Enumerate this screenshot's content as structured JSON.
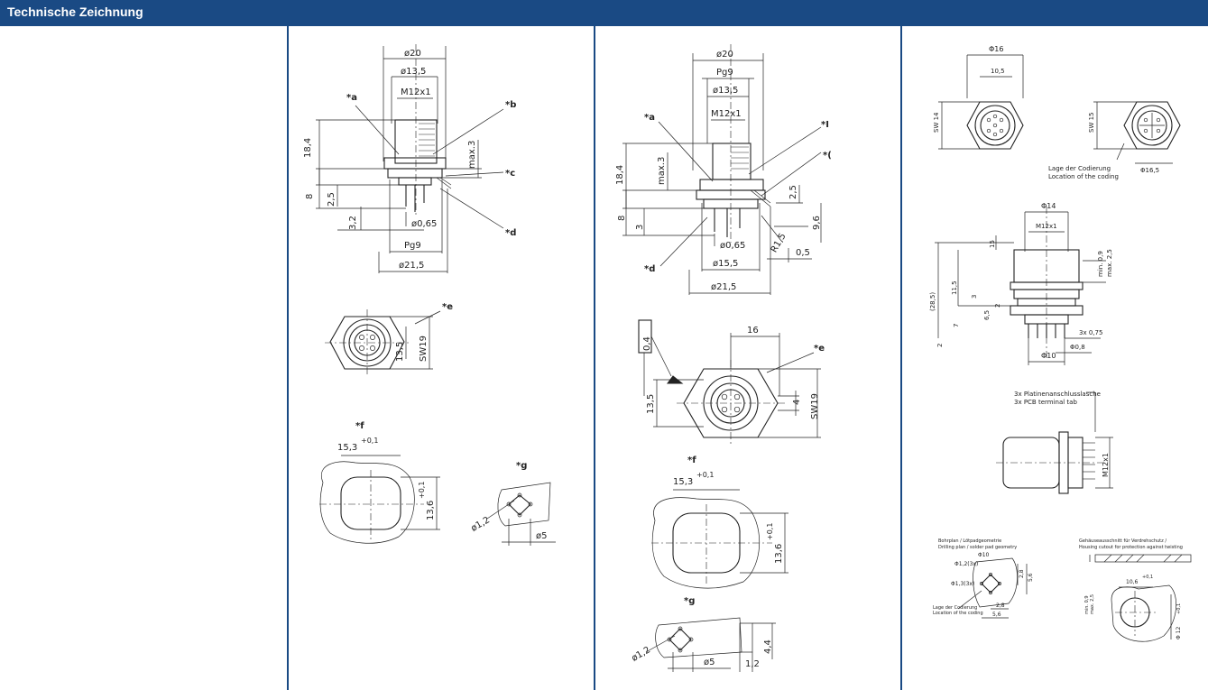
{
  "header": {
    "title": "Technische Zeichnung",
    "bg": "#1a4a84"
  },
  "panel1": {
    "top_view": {
      "d20": "ø20",
      "d135": "ø13,5",
      "m12": "M12x1",
      "a": "*a",
      "b": "*b",
      "c": "*c",
      "d": "*d",
      "h184": "18,4",
      "max3": "max.3",
      "h8": "8",
      "h25": "2,5",
      "h32": "3,2",
      "d065": "ø0,65",
      "pg9": "Pg9",
      "d215": "ø21,5"
    },
    "front_view": {
      "e": "*e",
      "h135": "13,5",
      "sw19": "SW19"
    },
    "cutout_f": {
      "f": "*f",
      "w153": "15,3",
      "tol": "+0,1",
      "h136": "13,6",
      "tol2": "+0,1"
    },
    "pads_g": {
      "g": "*g",
      "d12": "ø1,2",
      "d5": "ø5"
    }
  },
  "panel2": {
    "top_view": {
      "d20": "ø20",
      "pg9": "Pg9",
      "d135": "ø13,5",
      "m12": "M12x1",
      "a": "*a",
      "b": "*I",
      "c": "*(",
      "h184": "18,4",
      "max3": "max.3",
      "h25": "2,5",
      "h8": "8",
      "h3": "3",
      "h96": "9,6",
      "r15": "R1,5",
      "h05": "0,5",
      "d065": "ø0,65",
      "d155": "ø15,5",
      "d215": "ø21,5",
      "d": "*d"
    },
    "front_view": {
      "flat": "0,4",
      "w16": "16",
      "e": "*e",
      "h135": "13,5",
      "h4": "4",
      "sw19": "SW19"
    },
    "cutout_f": {
      "f": "*f",
      "w153": "15,3",
      "tol": "+0,1",
      "h136": "13,6",
      "tol2": "+0,1"
    },
    "pads_g": {
      "g": "*g",
      "d12": "ø1,2",
      "d5": "ø5",
      "h12": "1,2",
      "h44": "4,4"
    }
  },
  "panel3": {
    "views": {
      "d16": "Φ16",
      "w105": "10,5",
      "sw14": "SW 14",
      "sw15": "SW 15",
      "d165": "Φ16,5",
      "coding_de": "Lage der Codierung",
      "coding_en": "Location of the coding"
    },
    "side": {
      "d14": "Φ14",
      "m12": "M12x1",
      "h15": "15",
      "min09": "min. 0,9",
      "max25": "max. 2,5",
      "h285": "(28,5)",
      "h115": "11,5",
      "h3": "3",
      "h65": "6,5",
      "h2a": "2",
      "h7": "7",
      "h2b": "2",
      "pins": "3x 0,75",
      "d08": "Φ0,8",
      "d10": "Φ10"
    },
    "tab": {
      "de": "3x Platinenanschlusslasche",
      "en": "3x PCB terminal tab",
      "m12": "M12x1"
    },
    "drill": {
      "title_de": "Bohrplan / Lötpadgeometrie",
      "title_en": "Drilling plan / solder pad geometry",
      "d10": "Φ10",
      "d12": "Φ1,2(3x)",
      "d13": "Φ1,3(3x)",
      "v28a": "2,8",
      "v56a": "5,6",
      "v28b": "2,8",
      "v56b": "5,6",
      "coding_de": "Lage der Codierung",
      "coding_en": "Location of the coding"
    },
    "housing": {
      "title_de": "Gehäuseausschnitt für Verdrehschutz /",
      "title_en": "Housing cutout for protection against twisting",
      "min": "min. 0,9",
      "max": "max. 2,5",
      "w106": "10,6",
      "tol": "+0,1",
      "d12": "Φ 12",
      "tol2": "+0,1"
    }
  }
}
